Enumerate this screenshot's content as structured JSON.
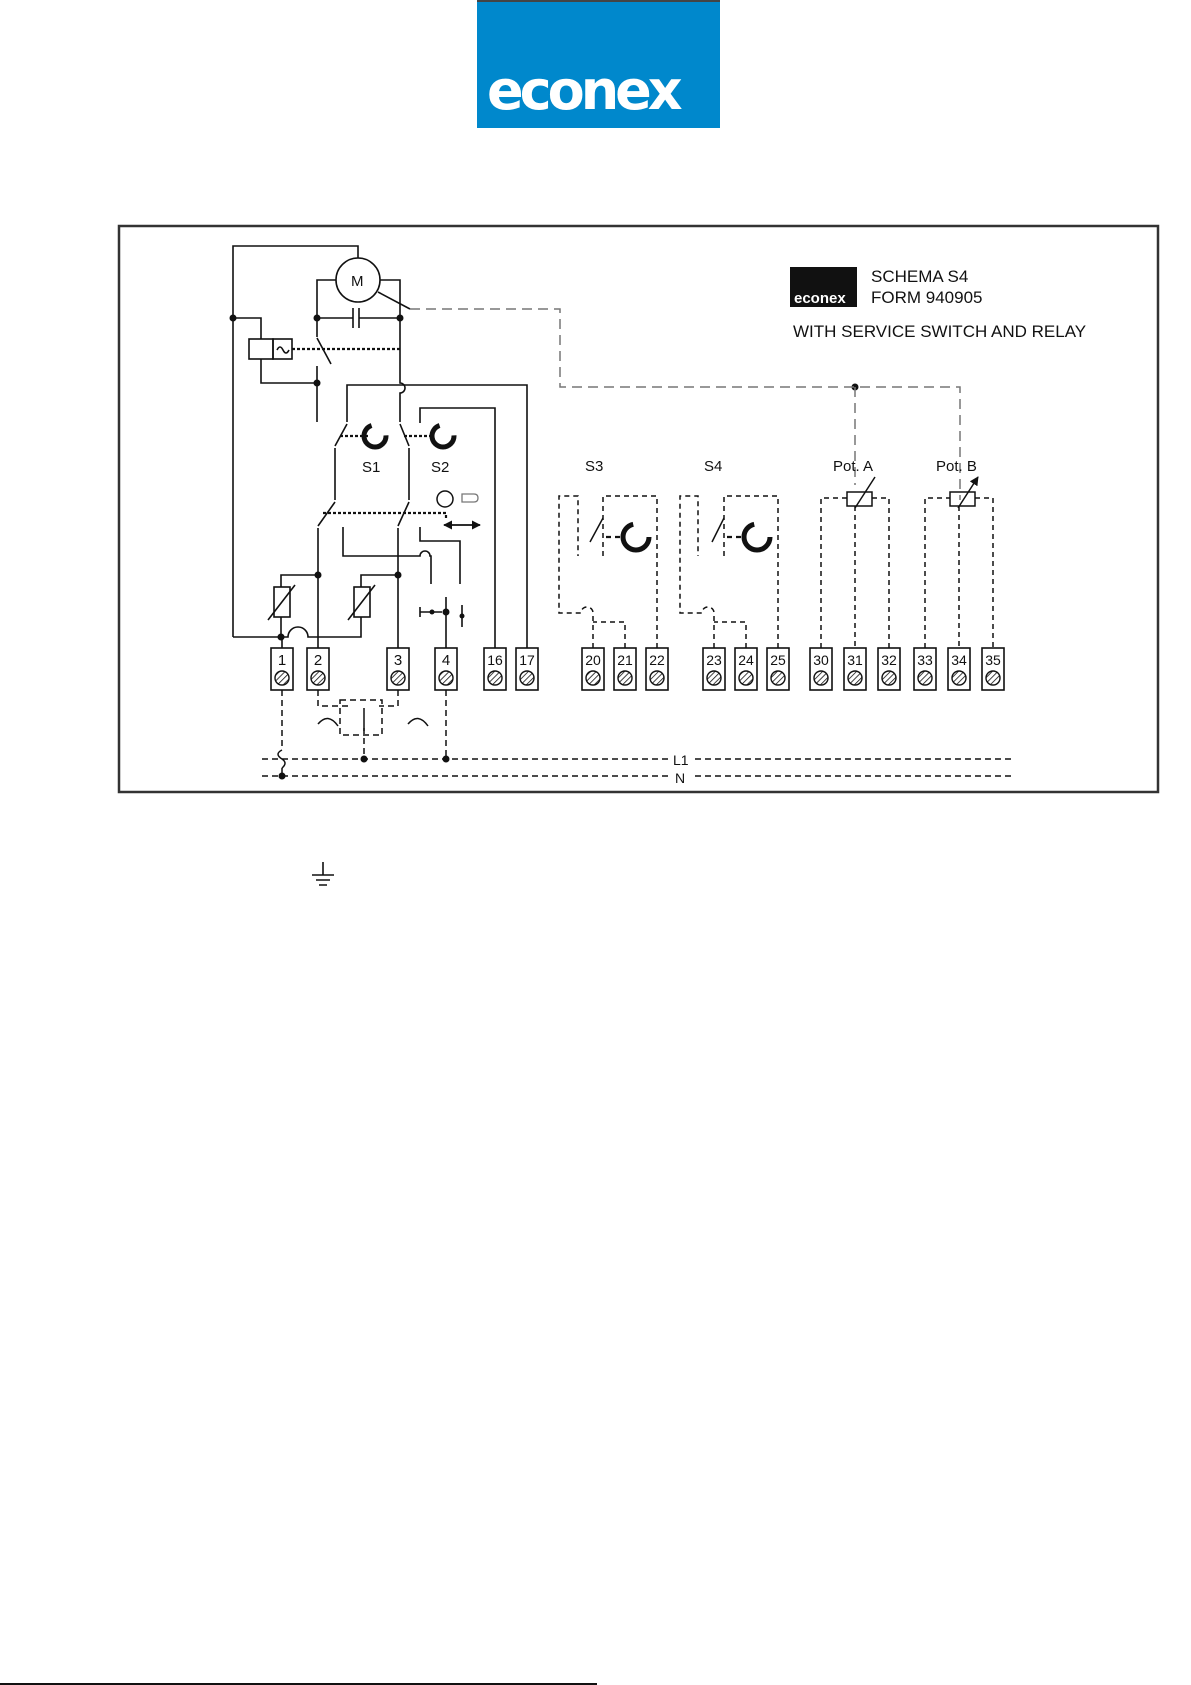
{
  "brand": {
    "logo_text": "econex",
    "logo_color": "#0088cc",
    "small_logo_text": "econex"
  },
  "schema": {
    "title": "SCHEMA S4",
    "form": "FORM 940905",
    "subtitle": "WITH SERVICE SWITCH AND RELAY"
  },
  "components": {
    "motor": "M",
    "switches": [
      "S1",
      "S2",
      "S3",
      "S4"
    ],
    "potentiometers": [
      "Pot. A",
      "Pot. B"
    ]
  },
  "terminals": [
    "1",
    "2",
    "3",
    "4",
    "16",
    "17",
    "20",
    "21",
    "22",
    "23",
    "24",
    "25",
    "30",
    "31",
    "32",
    "33",
    "34",
    "35"
  ],
  "lines": {
    "live": "L1",
    "neutral": "N"
  },
  "symbols": {
    "ground": "ground-icon"
  }
}
